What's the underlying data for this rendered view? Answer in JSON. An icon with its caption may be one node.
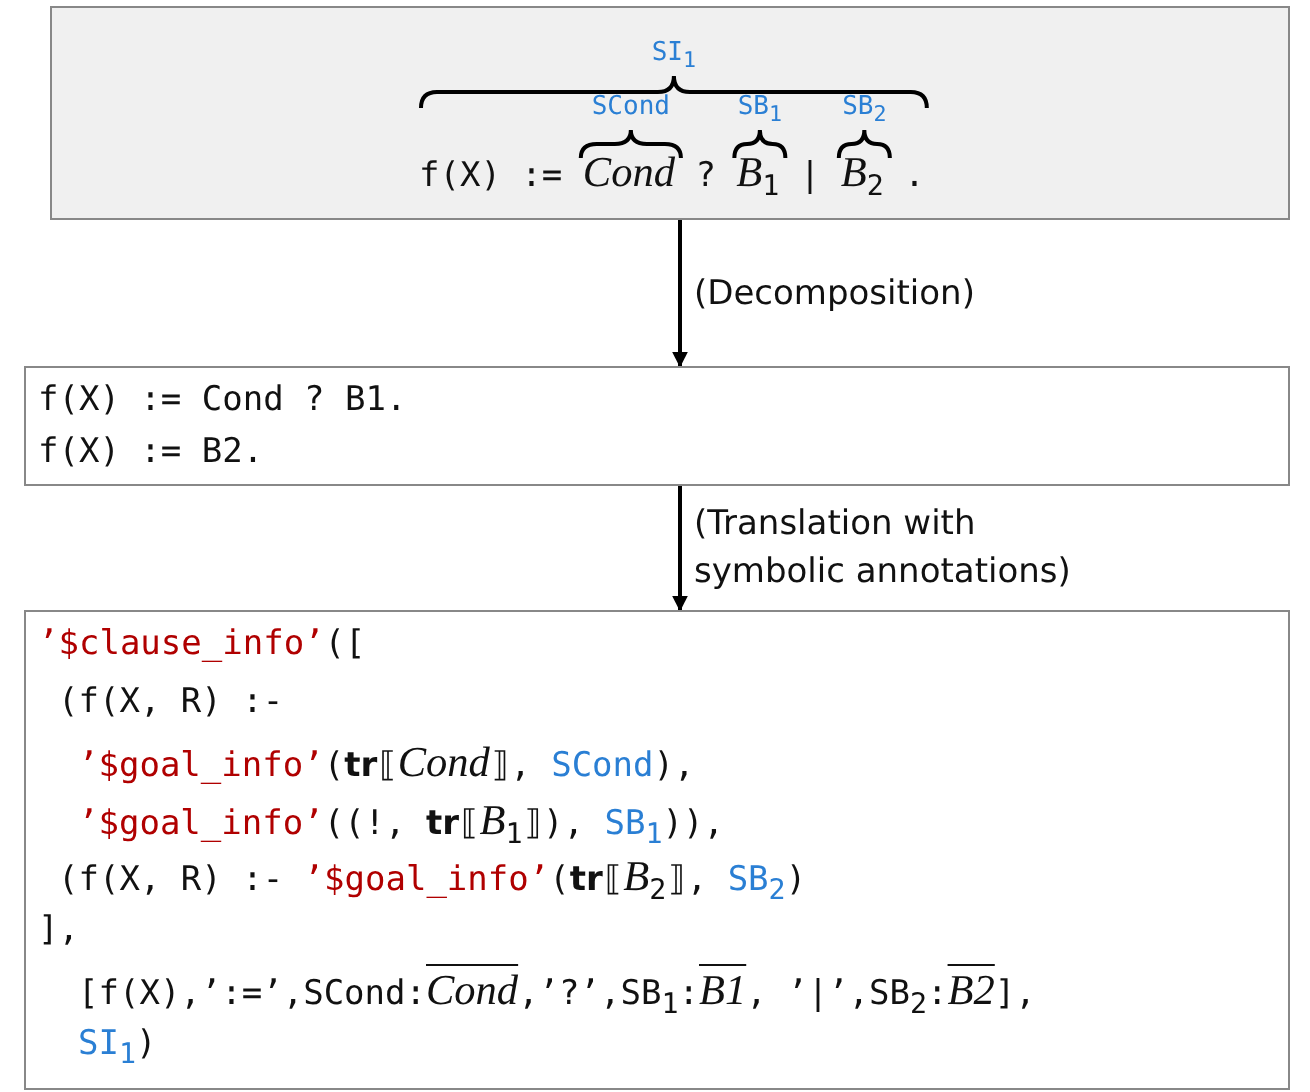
{
  "diagram": {
    "nodes": [
      {
        "text": [
          "SI$_{1}$",
          "SCond",
          "SB$_{1}$",
          "SB$_{2}$",
          "f(X) := *Cond* ? *B*$_{1}$ | *B*$_{2}$ ."
        ]
      },
      {
        "text": [
          "f(X) := Cond ? B1.",
          "f(X) := B2."
        ]
      },
      {
        "text": [
          "’$clause_info’",
          "([",
          "(f(X, R) :-",
          "’$goal_info’",
          "(**tr**⟦*Cond*⟧,",
          "SCond",
          "),",
          "’$goal_info’",
          "((!, **tr**⟦*B*$_{1}$⟧),",
          "SB$_{1}$",
          ")),",
          "(f(X, R) :-",
          "’$goal_info’",
          "(**tr**⟦*B*$_{2}$⟧,",
          "SB$_{2}$",
          ")",
          "],",
          "[f(X),’:=’,SCond:",
          "*Cond*",
          ",’?’,SB$_{1}$:",
          "*B1*",
          ", ’|’,SB$_{2}$:",
          "*B2*",
          "],",
          "SI$_{1}$",
          ")"
        ]
      }
    ],
    "edges": [
      {
        "from": 0,
        "to": 1,
        "arrow": "to",
        "label": "(Decomposition)"
      },
      {
        "from": 1,
        "to": 2,
        "arrow": "to",
        "label": "(Translation with symbolic annotations)"
      }
    ]
  }
}
